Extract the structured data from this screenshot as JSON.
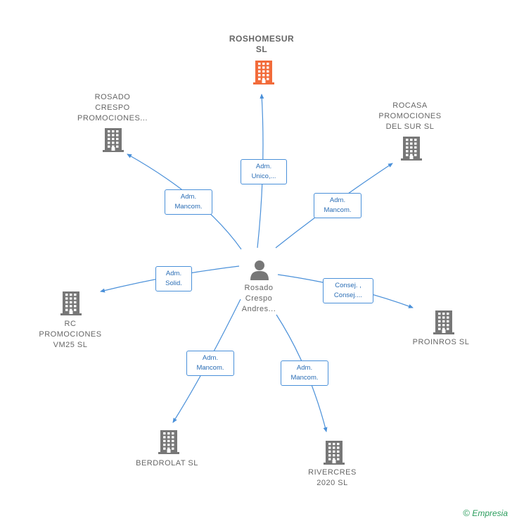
{
  "center": {
    "name": "Rosado\nCrespo\nAndres..."
  },
  "companies": [
    {
      "id": "roshomesur",
      "name": "ROSHOMESUR\nSL",
      "highlight": true
    },
    {
      "id": "rosado-crespo",
      "name": "ROSADO\nCRESPO\nPROMOCIONES..."
    },
    {
      "id": "rocasa",
      "name": "ROCASA\nPROMOCIONES\nDEL SUR  SL"
    },
    {
      "id": "rc-promociones",
      "name": "RC\nPROMOCIONES\nVM25  SL"
    },
    {
      "id": "proinros",
      "name": "PROINROS  SL"
    },
    {
      "id": "berdrolat",
      "name": "BERDROLAT SL"
    },
    {
      "id": "rivercres",
      "name": "RIVERCRES\n2020  SL"
    }
  ],
  "relations": [
    {
      "target": "roshomesur",
      "label": "Adm.\nUnico,..."
    },
    {
      "target": "rosado-crespo",
      "label": "Adm.\nMancom."
    },
    {
      "target": "rocasa",
      "label": "Adm.\nMancom."
    },
    {
      "target": "rc-promociones",
      "label": "Adm.\nSolid."
    },
    {
      "target": "proinros",
      "label": "Consej. ,\nConsej...."
    },
    {
      "target": "berdrolat",
      "label": "Adm.\nMancom."
    },
    {
      "target": "rivercres",
      "label": "Adm.\nMancom."
    }
  ],
  "colors": {
    "edge": "#4a90d9",
    "building": "#777777",
    "highlight": "#f26b3a",
    "person": "#777777"
  },
  "brand": {
    "symbol": "©",
    "name": "Empresia"
  }
}
